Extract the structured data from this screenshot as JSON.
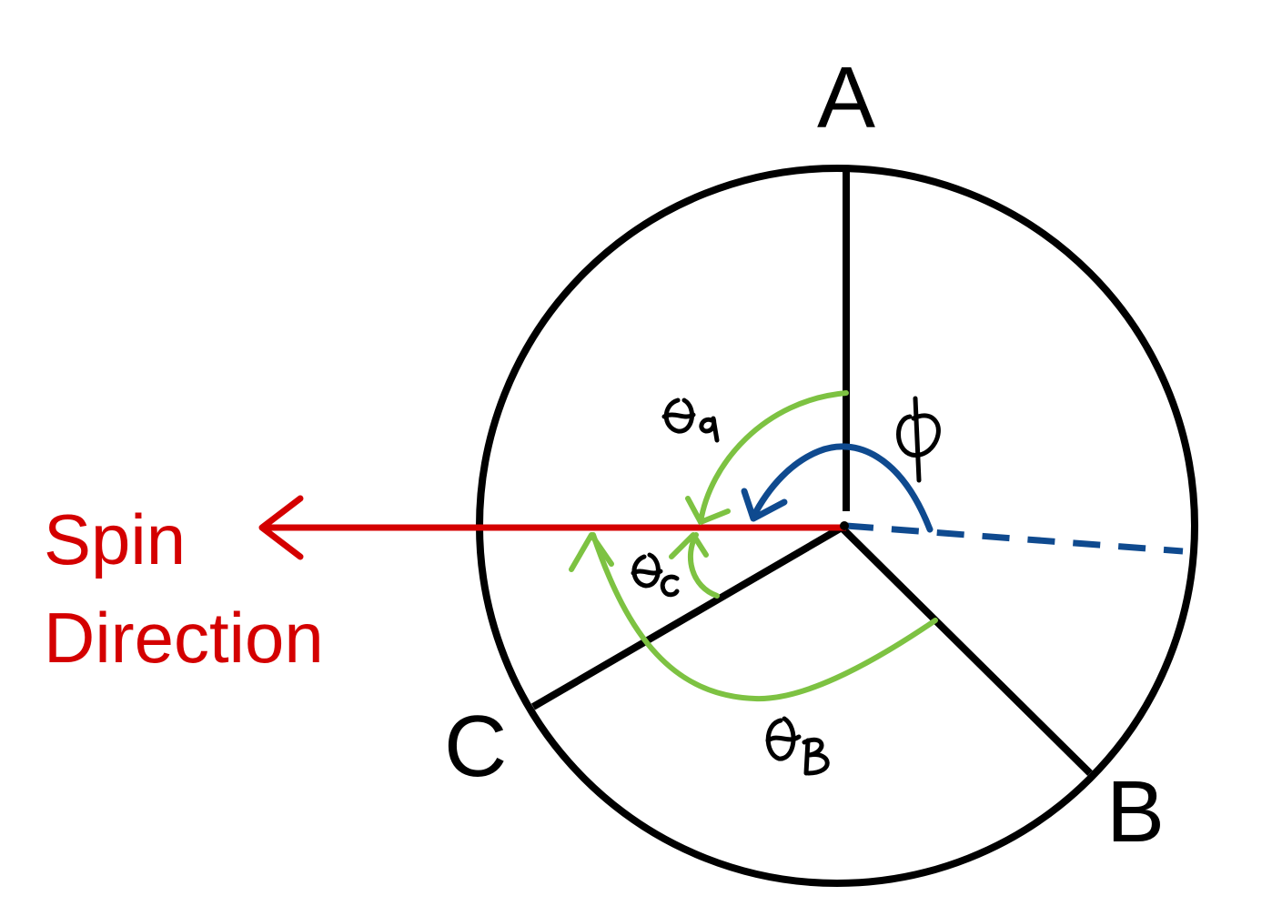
{
  "labels": {
    "a": "A",
    "b": "B",
    "c": "C",
    "spin_line1": "Spin",
    "spin_line2": "Direction"
  },
  "handwritten": {
    "theta_a": "θa",
    "theta_b": "θB",
    "theta_c": "θc",
    "phi": "ϕ"
  },
  "colors": {
    "outline": "#000000",
    "spin": "#d40000",
    "theta_arcs": "#7dc242",
    "phi_arc": "#0f4a8f"
  }
}
